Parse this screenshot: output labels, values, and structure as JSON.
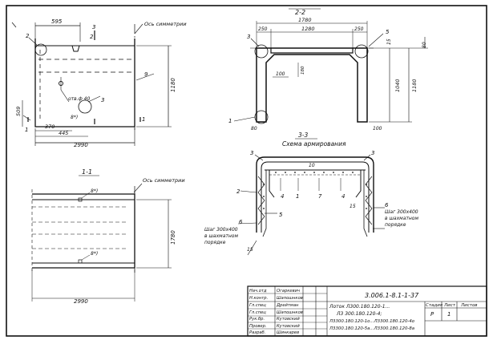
{
  "views": {
    "main": {
      "dim_595": "595",
      "dim_2990": "2990",
      "dim_1180": "1180",
      "dim_509": "509",
      "dim_370": "370",
      "dim_445": "445",
      "hole_label": "отв.ф 40",
      "axis_label": "Ось симметрии",
      "marks": {
        "m2": "2",
        "m3a": "3",
        "m3b": "3",
        "m9": "9",
        "m1": "1",
        "cut1": "1",
        "cut2": "2"
      },
      "sec_ref": "8*)"
    },
    "section_22": {
      "title": "2-2",
      "dim_1780": "1780",
      "dim_1280": "1280",
      "dim_250a": "250",
      "dim_250b": "250",
      "dim_100": "100",
      "dim_180": "180",
      "dim_1040": "1040",
      "dim_1180": "1180",
      "dim_80": "80",
      "dim_15": "15",
      "dim_100b": "100",
      "marks": {
        "m3": "3",
        "m5": "5",
        "m1": "1"
      }
    },
    "section_33": {
      "title": "3-3",
      "subtitle": "Схема армирования",
      "marks": {
        "m3a": "3",
        "m3b": "3",
        "m2": "2",
        "m5": "5",
        "m4a": "4",
        "m1": "1",
        "m7": "7",
        "m4b": "4",
        "m6a": "6",
        "m6b": "6",
        "m15a": "15",
        "m15b": "15",
        "m10": "10"
      },
      "note_left": [
        "Шаг 300х400",
        "в шахматном",
        "порядке"
      ],
      "note_right": [
        "Шаг 300х400",
        "в шахматном",
        "порядке"
      ]
    },
    "section_11": {
      "title": "1-1",
      "axis_label": "Ось симметрии",
      "dim_2990": "2990",
      "dim_1780": "1780",
      "sec_ref_top": "8*)",
      "sec_ref_bot": "8*)"
    }
  },
  "title_block": {
    "rows": [
      {
        "role": "Нач.отд",
        "name": "Огаркевич"
      },
      {
        "role": "Н.контр.",
        "name": "Шапошнков"
      },
      {
        "role": "Гл.спец",
        "name": "Дрейтман"
      },
      {
        "role": "Гл.спец",
        "name": "Шапошнков"
      },
      {
        "role": "Рук.бр.",
        "name": "Кутовский"
      },
      {
        "role": "Провер.",
        "name": "Кутовский"
      },
      {
        "role": "Разраб.",
        "name": "Шинкарев"
      }
    ],
    "code": "3.006.1-8.1-1-37",
    "description": [
      "Лоток Л300.180.120-1...",
      "Л3 300.180.120-4;",
      "Л3300.180.120-1о...Л3300.180.120-4о",
      "Л3300.180.120-5а...Л3300.180.120-8а"
    ],
    "headers": [
      "Стадия",
      "Лист",
      "Листов"
    ],
    "values": [
      "Р",
      "1",
      ""
    ]
  }
}
